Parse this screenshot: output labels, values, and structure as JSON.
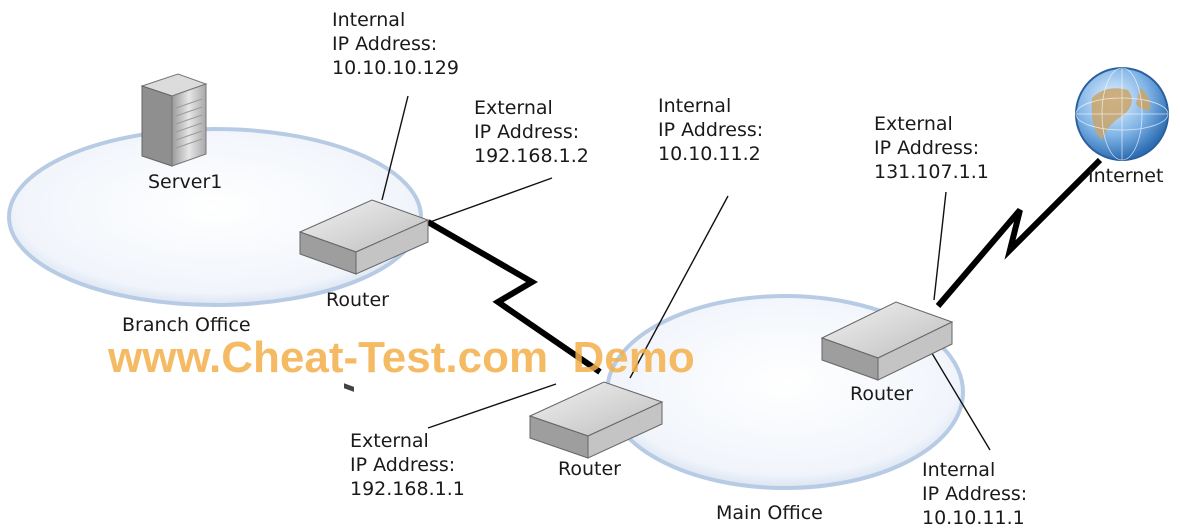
{
  "diagram": {
    "server": {
      "label": "Server1"
    },
    "internet": {
      "label": "Internet"
    },
    "branch_office": {
      "label": "Branch Office"
    },
    "main_office": {
      "label": "Main Office"
    },
    "router_branch": {
      "label": "Router",
      "internal": [
        "Internal",
        "IP Address:",
        "10.10.10.129"
      ],
      "external": [
        "External",
        "IP Address:",
        "192.168.1.2"
      ]
    },
    "router_main_left": {
      "label": "Router",
      "internal": [
        "Internal",
        "IP Address:",
        "10.10.11.2"
      ],
      "external": [
        "External",
        "IP Address:",
        "192.168.1.1"
      ]
    },
    "router_main_right": {
      "label": "Router",
      "external": [
        "External",
        "IP Address:",
        "131.107.1.1"
      ],
      "internal": [
        "Internal",
        "IP Address:",
        "10.10.11.1"
      ]
    },
    "watermark": "www.Cheat-Test.com  Demo"
  },
  "colors": {
    "cloud_fill": "#f1f5fb",
    "cloud_stroke": "#b8cbe4",
    "router_body": "#cfcfcf",
    "link_black": "#000000",
    "watermark": "#f4b04a"
  }
}
